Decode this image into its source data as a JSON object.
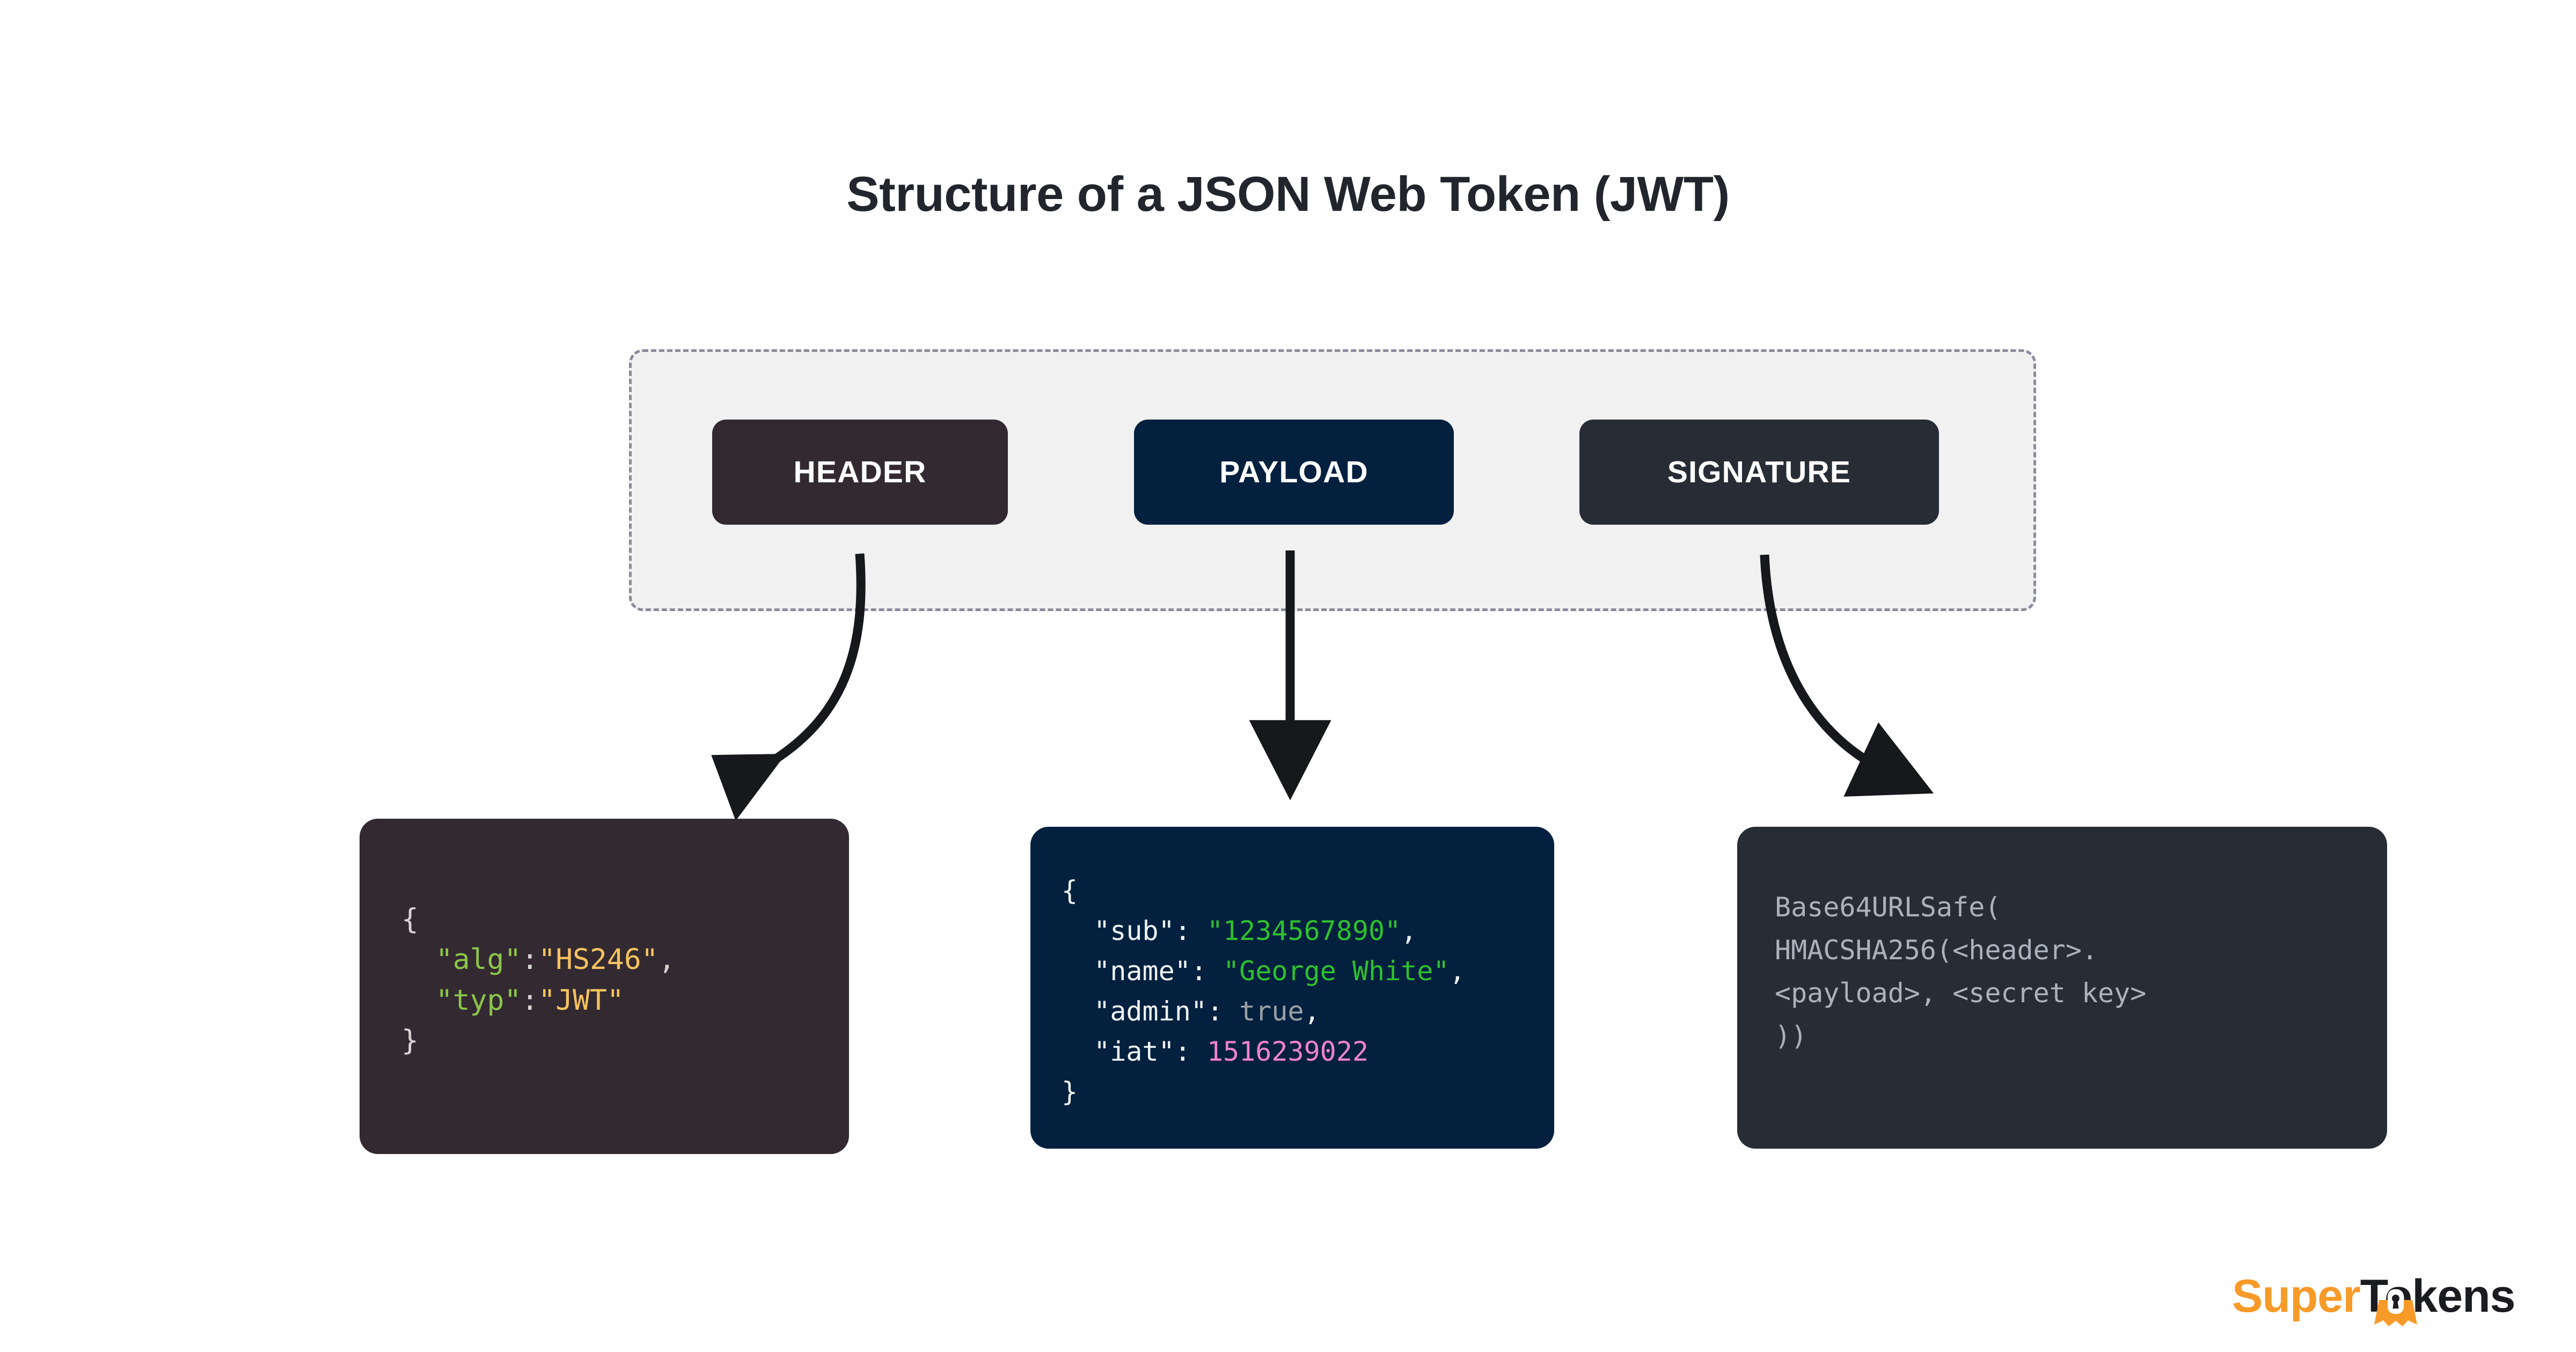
{
  "title": "Structure of a JSON Web Token (JWT)",
  "token_parts": [
    {
      "id": "header",
      "label": "HEADER",
      "color": "#332a31"
    },
    {
      "id": "payload",
      "label": "PAYLOAD",
      "color": "#03203f"
    },
    {
      "id": "signature",
      "label": "SIGNATURE",
      "color": "#282c35"
    }
  ],
  "container": {
    "fill": "#f1f1f1",
    "border_color": "#8a8c9c",
    "border_style": "dashed"
  },
  "code_blocks": {
    "header": {
      "background": "#332a31",
      "lines": [
        {
          "segments": [
            {
              "text": "{",
              "type": "punct"
            }
          ]
        },
        {
          "segments": [
            {
              "text": "  ",
              "type": "punct"
            },
            {
              "text": "\"alg\"",
              "type": "key"
            },
            {
              "text": ":",
              "type": "punct"
            },
            {
              "text": "\"HS246\"",
              "type": "value"
            },
            {
              "text": ",",
              "type": "punct"
            }
          ]
        },
        {
          "segments": [
            {
              "text": "  ",
              "type": "punct"
            },
            {
              "text": "\"typ\"",
              "type": "key"
            },
            {
              "text": ":",
              "type": "punct"
            },
            {
              "text": "\"JWT\"",
              "type": "value"
            }
          ]
        },
        {
          "segments": [
            {
              "text": "}",
              "type": "punct"
            }
          ]
        }
      ]
    },
    "payload": {
      "background": "#03203f",
      "lines": [
        {
          "segments": [
            {
              "text": "{",
              "type": "punct"
            }
          ]
        },
        {
          "segments": [
            {
              "text": "  ",
              "type": "punct"
            },
            {
              "text": "\"sub\"",
              "type": "key"
            },
            {
              "text": ": ",
              "type": "punct"
            },
            {
              "text": "\"1234567890\"",
              "type": "string"
            },
            {
              "text": ",",
              "type": "punct"
            }
          ]
        },
        {
          "segments": [
            {
              "text": "  ",
              "type": "punct"
            },
            {
              "text": "\"name\"",
              "type": "key"
            },
            {
              "text": ": ",
              "type": "punct"
            },
            {
              "text": "\"George White\"",
              "type": "string"
            },
            {
              "text": ",",
              "type": "punct"
            }
          ]
        },
        {
          "segments": [
            {
              "text": "  ",
              "type": "punct"
            },
            {
              "text": "\"admin\"",
              "type": "key"
            },
            {
              "text": ": ",
              "type": "punct"
            },
            {
              "text": "true",
              "type": "bool"
            },
            {
              "text": ",",
              "type": "punct"
            }
          ]
        },
        {
          "segments": [
            {
              "text": "  ",
              "type": "punct"
            },
            {
              "text": "\"iat\"",
              "type": "key"
            },
            {
              "text": ": ",
              "type": "punct"
            },
            {
              "text": "1516239022",
              "type": "number"
            }
          ]
        },
        {
          "segments": [
            {
              "text": "}",
              "type": "punct"
            }
          ]
        }
      ]
    },
    "signature": {
      "background": "#282c35",
      "lines": [
        {
          "segments": [
            {
              "text": "Base64URLSafe(",
              "type": "sig"
            }
          ]
        },
        {
          "segments": [
            {
              "text": "HMACSHA256(<header>.",
              "type": "sig"
            }
          ]
        },
        {
          "segments": [
            {
              "text": "<payload>, <secret key>",
              "type": "sig"
            }
          ]
        },
        {
          "segments": [
            {
              "text": "))",
              "type": "sig"
            }
          ]
        }
      ]
    }
  },
  "arrows": [
    {
      "name": "header-arrow",
      "style": "curved-left"
    },
    {
      "name": "payload-arrow",
      "style": "straight"
    },
    {
      "name": "signature-arrow",
      "style": "curved-right"
    }
  ],
  "logo": {
    "super": "Super",
    "tokens": "Tokens",
    "super_color": "#f79a28",
    "tokens_color": "#1b1c20"
  }
}
